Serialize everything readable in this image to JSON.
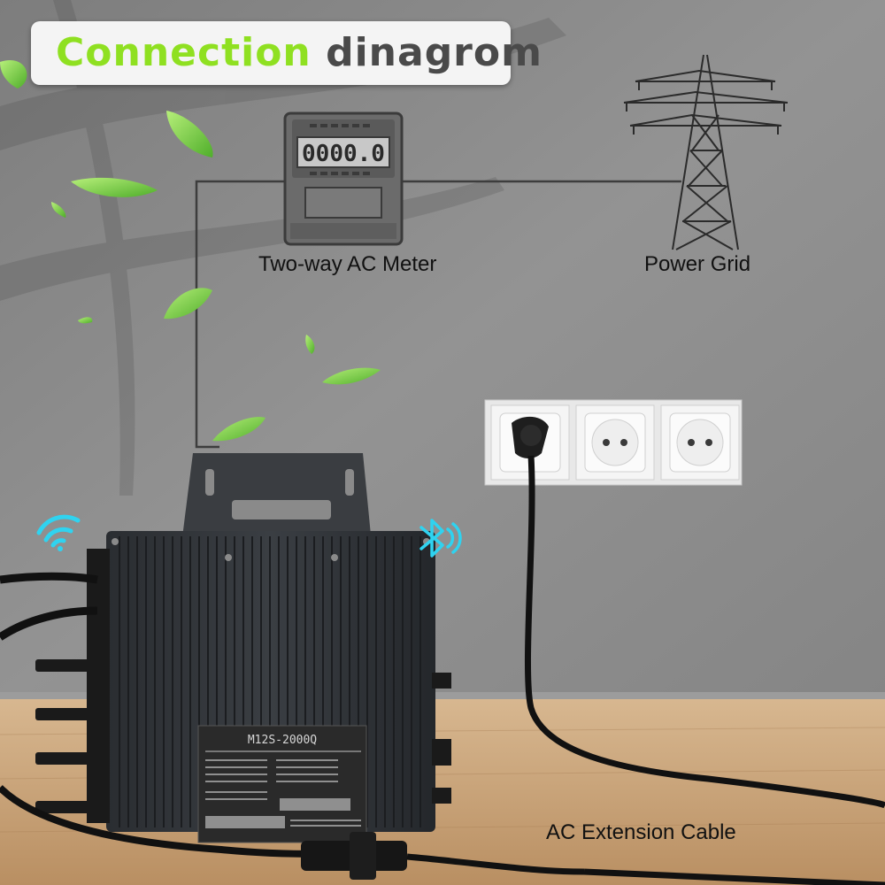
{
  "title": {
    "part1": "Connection",
    "part2": "dinagrom"
  },
  "meter": {
    "label": "Two-way AC Meter",
    "display": "0000.0"
  },
  "grid": {
    "label": "Power Grid"
  },
  "cable": {
    "label": "AC Extension Cable"
  },
  "inverter": {
    "model": "M12S-2000Q"
  },
  "icons": [
    "wifi-icon",
    "bluetooth-icon"
  ],
  "colors": {
    "title_green": "#8fe021",
    "title_gray": "#4a4a4a",
    "icon_cyan": "#2fd3f0",
    "wall": "#8a8a8a",
    "floor": "#c9a57e"
  }
}
